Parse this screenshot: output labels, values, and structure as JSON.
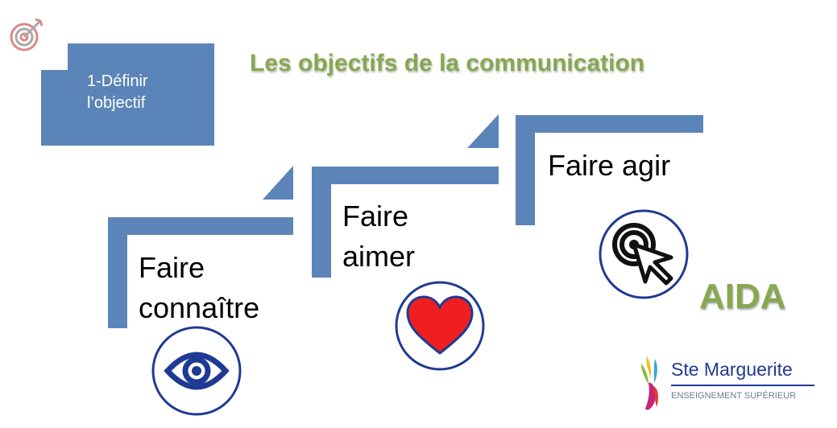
{
  "header": {
    "step_label_line1": "1-Définir",
    "step_label_line2": "l’objectif",
    "title": "Les objectifs de la communication"
  },
  "steps": [
    {
      "line1": "Faire",
      "line2": "connaître",
      "icon": "eye-icon"
    },
    {
      "line1": "Faire",
      "line2": "aimer",
      "icon": "heart-icon"
    },
    {
      "line1": "Faire agir",
      "icon": "click-cursor-icon"
    }
  ],
  "model": "AIDA",
  "logo": {
    "name": "Ste Marguerite",
    "tagline": "ENSEIGNEMENT SUPÉRIEUR"
  },
  "colors": {
    "step_blue": "#5b85b8",
    "title_green": "#86a84f",
    "icon_navy": "#1f3a93",
    "heart_red": "#f01f1f"
  }
}
